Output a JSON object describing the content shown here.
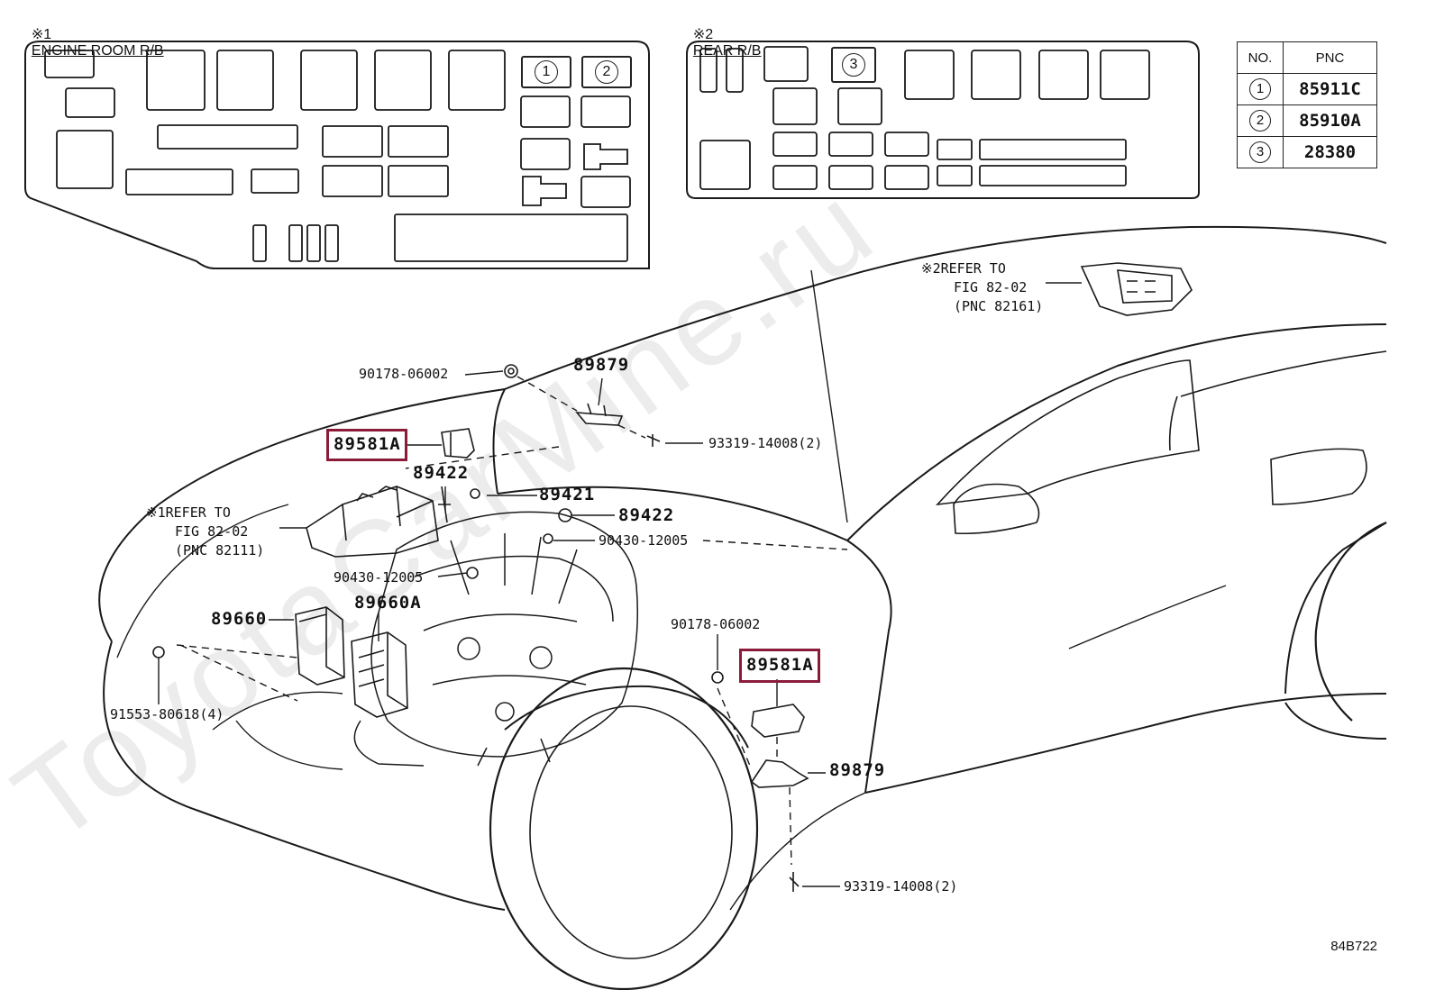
{
  "headers": {
    "engine_room": {
      "mark": "※1",
      "title": "ENGINE ROOM R/B"
    },
    "rear": {
      "mark": "※2",
      "title": "REAR R/B"
    }
  },
  "relay_markers": {
    "one": "1",
    "two": "2",
    "three": "3"
  },
  "pnc_table": {
    "col_no": "NO.",
    "col_pnc": "PNC",
    "rows": [
      {
        "no": "1",
        "pnc": "85911C"
      },
      {
        "no": "2",
        "pnc": "85910A"
      },
      {
        "no": "3",
        "pnc": "28380"
      }
    ]
  },
  "callouts": {
    "refer_rear": {
      "mark": "※2",
      "l1": "REFER TO",
      "l2": "FIG 82-02",
      "l3": "(PNC 82161)"
    },
    "refer_engine": {
      "mark": "※1",
      "l1": "REFER TO",
      "l2": "FIG 82-02",
      "l3": "(PNC 82111)"
    }
  },
  "parts": {
    "p90178_top": "90178-06002",
    "p89879_top": "89879",
    "p93319_top": "93319-14008(2)",
    "p89581A_top": "89581A",
    "p89422_a": "89422",
    "p89421": "89421",
    "p89422_b": "89422",
    "p90430_right": "90430-12005",
    "p90430_left": "90430-12005",
    "p89660A": "89660A",
    "p89660": "89660",
    "p90178_mid": "90178-06002",
    "p89581A_mid": "89581A",
    "p91553": "91553-80618(4)",
    "p89879_mid": "89879",
    "p93319_bot": "93319-14008(2)"
  },
  "watermark": "ToyotaCarMine.ru",
  "figure_code": "84B722",
  "colors": {
    "highlight": "#8a1c3a",
    "line": "#1a1a1a"
  }
}
